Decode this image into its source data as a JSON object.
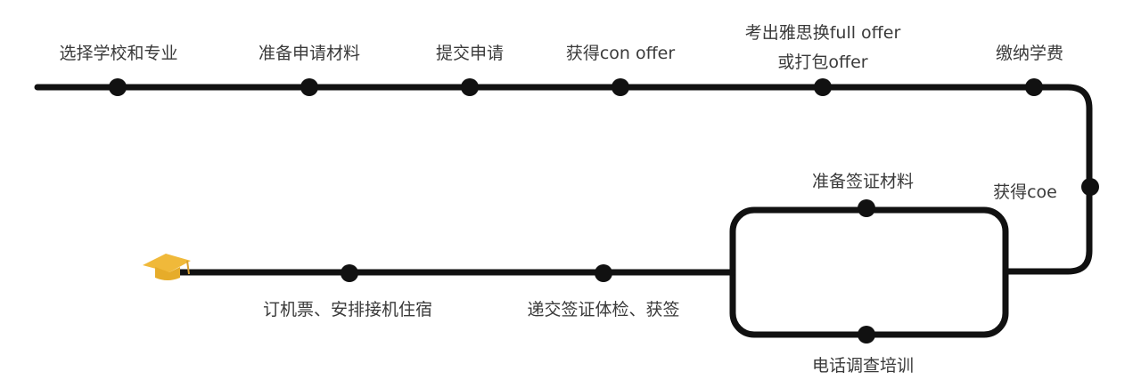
{
  "title": "留学申请流程",
  "colors": {
    "line": "#111111",
    "cap": "#f0b93a",
    "text": "#3a3a3a"
  },
  "steps": [
    {
      "label": "选择学校和专业"
    },
    {
      "label": "准备申请材料"
    },
    {
      "label": "提交申请"
    },
    {
      "label": "获得con offer"
    },
    {
      "label_line1": "考出雅思换full offer",
      "label_line2": "或打包offer"
    },
    {
      "label": "缴纳学费"
    },
    {
      "label": "获得coe"
    },
    {
      "label": "准备签证材料"
    },
    {
      "label": "电话调查培训"
    },
    {
      "label": "递交签证体检、获签"
    },
    {
      "label": "订机票、安排接机住宿"
    }
  ],
  "end_icon": "graduation-cap-icon"
}
